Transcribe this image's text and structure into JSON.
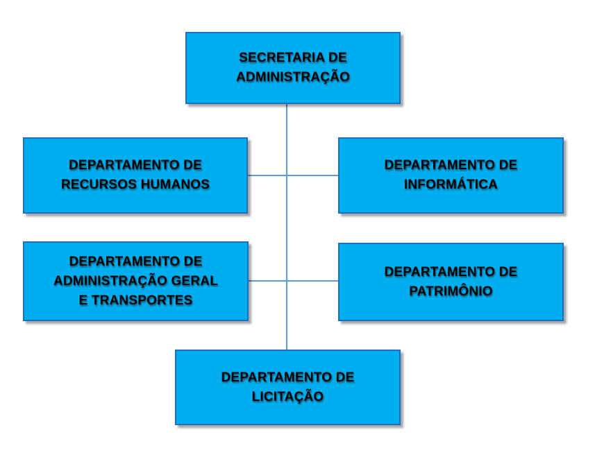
{
  "colors": {
    "background": "#ffffff",
    "box_fill": "#00aeef",
    "box_border": "#1b6ec2",
    "connector": "#5b9bd5",
    "text": "#000000"
  },
  "nodes": {
    "root": {
      "lines": [
        "SECRETARIA DE",
        "ADMINISTRAÇÃO"
      ]
    },
    "rh": {
      "lines": [
        "DEPARTAMENTO DE",
        "RECURSOS HUMANOS"
      ]
    },
    "informatica": {
      "lines": [
        "DEPARTAMENTO DE",
        "INFORMÁTICA"
      ]
    },
    "admgeral": {
      "lines": [
        "DEPARTAMENTO DE",
        "ADMINISTRAÇÃO GERAL",
        "E TRANSPORTES"
      ]
    },
    "patrimonio": {
      "lines": [
        "DEPARTAMENTO DE",
        "PATRIMÔNIO"
      ]
    },
    "licitacao": {
      "lines": [
        "DEPARTAMENTO DE",
        "LICITAÇÃO"
      ]
    }
  }
}
